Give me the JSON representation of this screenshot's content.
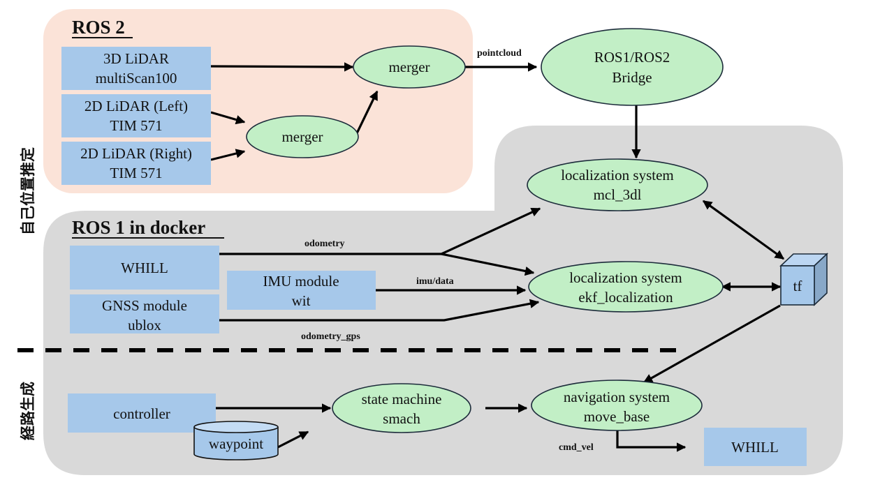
{
  "groups": {
    "ros2": {
      "title": "ROS 2",
      "fill": "#fbe3d8"
    },
    "ros1": {
      "title": "ROS 1 in docker",
      "fill": "#d9d9d9"
    }
  },
  "side_labels": {
    "localization": "自己位置推定",
    "path_planning": "経路生成"
  },
  "nodes": {
    "lidar3d": {
      "line1": "3D LiDAR",
      "line2": "multiScan100"
    },
    "lidar2d_left": {
      "line1": "2D LiDAR (Left)",
      "line2": "TIM 571"
    },
    "lidar2d_right": {
      "line1": "2D LiDAR (Right)",
      "line2": "TIM 571"
    },
    "merger_top": {
      "label": "merger"
    },
    "merger_bottom": {
      "label": "merger"
    },
    "bridge": {
      "line1": "ROS1/ROS2",
      "line2": "Bridge"
    },
    "mcl": {
      "line1": "localization system",
      "line2": "mcl_3dl"
    },
    "ekf": {
      "line1": "localization system",
      "line2": "ekf_localization"
    },
    "tf": {
      "label": "tf"
    },
    "whill_in": {
      "label": "WHILL"
    },
    "imu": {
      "line1": "IMU module",
      "line2": "wit"
    },
    "gnss": {
      "line1": "GNSS module",
      "line2": "ublox"
    },
    "controller": {
      "label": "controller"
    },
    "waypoint": {
      "label": "waypoint"
    },
    "smach": {
      "line1": "state machine",
      "line2": "smach"
    },
    "move_base": {
      "line1": "navigation system",
      "line2": "move_base"
    },
    "whill_out": {
      "label": "WHILL"
    }
  },
  "edge_labels": {
    "pointcloud": "pointcloud",
    "odometry": "odometry",
    "imu_data": "imu/data",
    "odometry_gps": "odometry_gps",
    "cmd_vel": "cmd_vel"
  },
  "colors": {
    "rect_node": "#a6c8ea",
    "ellipse_node": "#c2efc6",
    "ros2_bg": "#fbe3d8",
    "ros1_bg": "#d9d9d9"
  }
}
